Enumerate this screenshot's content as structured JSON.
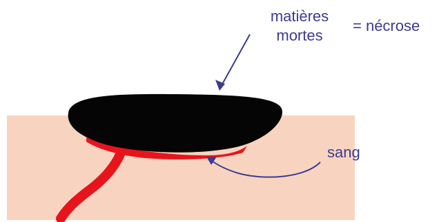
{
  "labels": {
    "matieres_line1": "matières",
    "matieres_line2": "mortes",
    "necrose": "= nécrose",
    "sang": "sang"
  },
  "colors": {
    "skin": "#f8d4c0",
    "necrosis": "#050505",
    "blood": "#e8141c",
    "label_text": "#3b3b8f",
    "arrow": "#3b3b8f"
  }
}
